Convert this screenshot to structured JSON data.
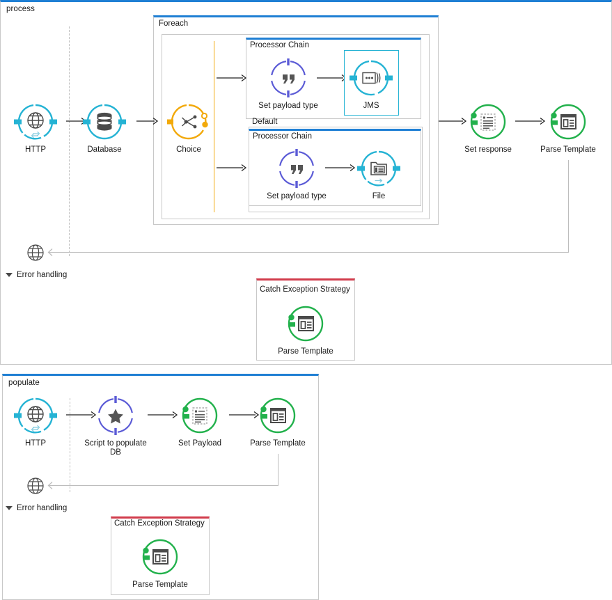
{
  "colors": {
    "flow_top_border": "#1f7fd4",
    "box_border": "#c8c8c8",
    "connector_cyan": "#25b3d4",
    "connector_green": "#22b14c",
    "connector_blue": "#5b5bd6",
    "connector_amber": "#f2a90a",
    "error_red": "#d13b4b",
    "arrow_dark": "#222222",
    "return_grey": "#bdbdbd",
    "text": "#1a1a1a"
  },
  "flows": [
    {
      "name": "process",
      "title": "process",
      "error_handling": {
        "label": "Error handling",
        "caret_icon": "triangle-down-icon",
        "strategy": {
          "title": "Catch Exception Strategy",
          "node": {
            "label": "Parse Template",
            "icon": "parse-template-icon",
            "color": "green"
          }
        }
      },
      "nodes": [
        {
          "id": "http",
          "label": "HTTP",
          "icon": "http-globe-icon",
          "color": "cyan"
        },
        {
          "id": "database",
          "label": "Database",
          "icon": "database-icon",
          "color": "cyan"
        },
        {
          "id": "choice",
          "label": "Choice",
          "icon": "choice-branch-icon",
          "color": "amber"
        },
        {
          "id": "set-payload-1",
          "label": "Set payload type",
          "icon": "quote-icon",
          "color": "blue"
        },
        {
          "id": "jms",
          "label": "JMS",
          "icon": "jms-icon",
          "color": "cyan",
          "selected": true
        },
        {
          "id": "set-payload-2",
          "label": "Set payload type",
          "icon": "quote-icon",
          "color": "blue"
        },
        {
          "id": "file",
          "label": "File",
          "icon": "file-folder-icon",
          "color": "cyan"
        },
        {
          "id": "set-response",
          "label": "Set response",
          "icon": "set-response-icon",
          "color": "green"
        },
        {
          "id": "parse-template",
          "label": "Parse Template",
          "icon": "parse-template-icon",
          "color": "green"
        }
      ],
      "scopes": [
        {
          "id": "foreach",
          "label": "Foreach"
        },
        {
          "id": "processor-chain-1",
          "label": "Processor Chain"
        },
        {
          "id": "default",
          "label": "Default"
        },
        {
          "id": "processor-chain-2",
          "label": "Processor Chain"
        }
      ]
    },
    {
      "name": "populate",
      "title": "populate",
      "error_handling": {
        "label": "Error handling",
        "caret_icon": "triangle-down-icon",
        "strategy": {
          "title": "Catch Exception Strategy",
          "node": {
            "label": "Parse Template",
            "icon": "parse-template-icon",
            "color": "green"
          }
        }
      },
      "nodes": [
        {
          "id": "http-2",
          "label": "HTTP",
          "icon": "http-globe-icon",
          "color": "cyan"
        },
        {
          "id": "script",
          "label": "Script to populate\nDB",
          "icon": "star-script-icon",
          "color": "blue"
        },
        {
          "id": "set-payload",
          "label": "Set Payload",
          "icon": "set-response-icon",
          "color": "green"
        },
        {
          "id": "parse-template-2",
          "label": "Parse Template",
          "icon": "parse-template-icon",
          "color": "green"
        }
      ]
    }
  ]
}
